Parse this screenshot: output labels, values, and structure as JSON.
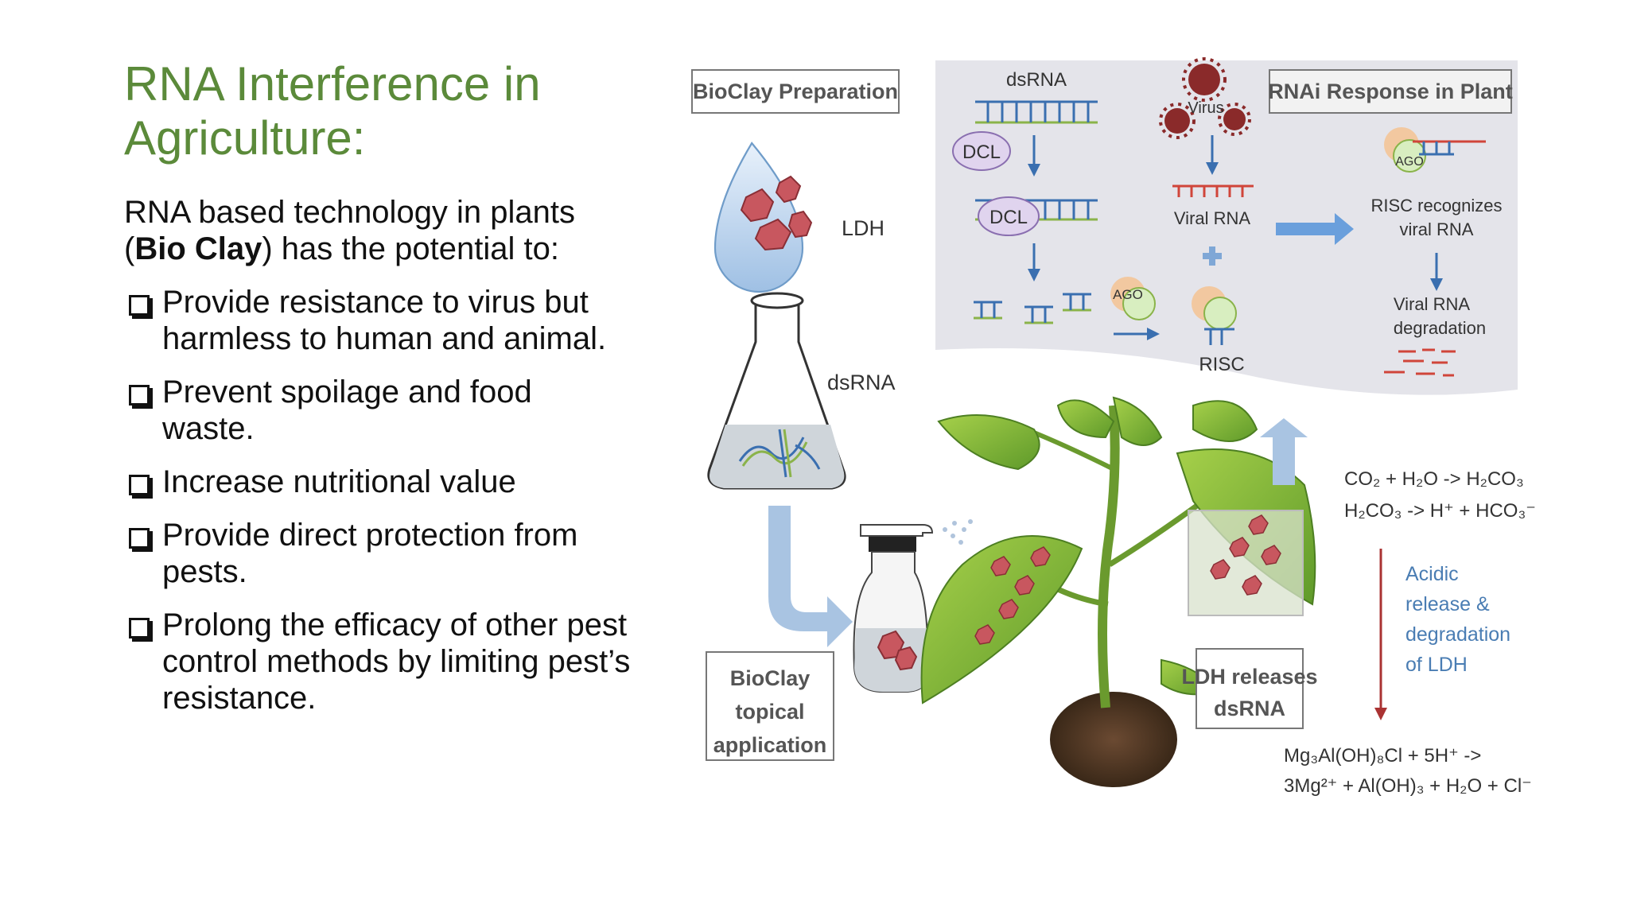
{
  "slide": {
    "title_line1": "RNA Interference in",
    "title_line2": "Agriculture:",
    "intro_line1": "RNA based technology in plants",
    "intro_open": "(",
    "intro_bold": "Bio Clay",
    "intro_rest": ") has the potential to:",
    "bullets": [
      {
        "line1": "Provide resistance to virus but",
        "line2": "harmless to human and animal."
      },
      {
        "line1": "Prevent spoilage and food",
        "line2": "waste."
      },
      {
        "line1": "Increase nutritional value",
        "line2": ""
      },
      {
        "line1": "Provide direct protection from",
        "line2": "pests."
      },
      {
        "line1": "Prolong the efficacy of other pest",
        "line2": "control methods by limiting pest’s",
        "line3": "resistance."
      }
    ]
  },
  "figure": {
    "prep_label": "BioClay Preparation",
    "ldh_label": "LDH",
    "dsrna_flask_label": "dsRNA",
    "response_label": "RNAi Response in Plant",
    "dsrna_top": "dsRNA",
    "dcl1": "DCL",
    "dcl2": "DCL",
    "virus_label": "Virus",
    "viral_rna": "Viral RNA",
    "ago1": "AGO",
    "ago2": "AGO",
    "risc": "RISC",
    "risc_recognizes_1": "RISC recognizes",
    "risc_recognizes_2": "viral RNA",
    "degradation_1": "Viral RNA",
    "degradation_2": "degradation",
    "topical_1": "BioClay",
    "topical_2": "topical",
    "topical_3": "application",
    "ldh_releases_1": "LDH releases",
    "ldh_releases_2": "dsRNA",
    "acidic_1": "Acidic",
    "acidic_2": "release &",
    "acidic_3": "degradation",
    "acidic_4": "of LDH",
    "eq1": "CO₂ + H₂O -> H₂CO₃",
    "eq2": "H₂CO₃ -> H⁺ + HCO₃⁻",
    "eq3": "Mg₃Al(OH)₈Cl + 5H⁺ ->",
    "eq4": "3Mg²⁺ + Al(OH)₃ + H₂O + Cl⁻"
  },
  "colors": {
    "title": "#5b8a3a",
    "box_label": "#555555",
    "panel": "#e4e4ea",
    "rna_blue": "#3a6fb0",
    "rna_green": "#8ab34a",
    "rna_red": "#d0453a",
    "virus": "#8a2a2a",
    "arrow_blue": "#a9c4e2",
    "acidic_blue": "#4a7db3"
  }
}
